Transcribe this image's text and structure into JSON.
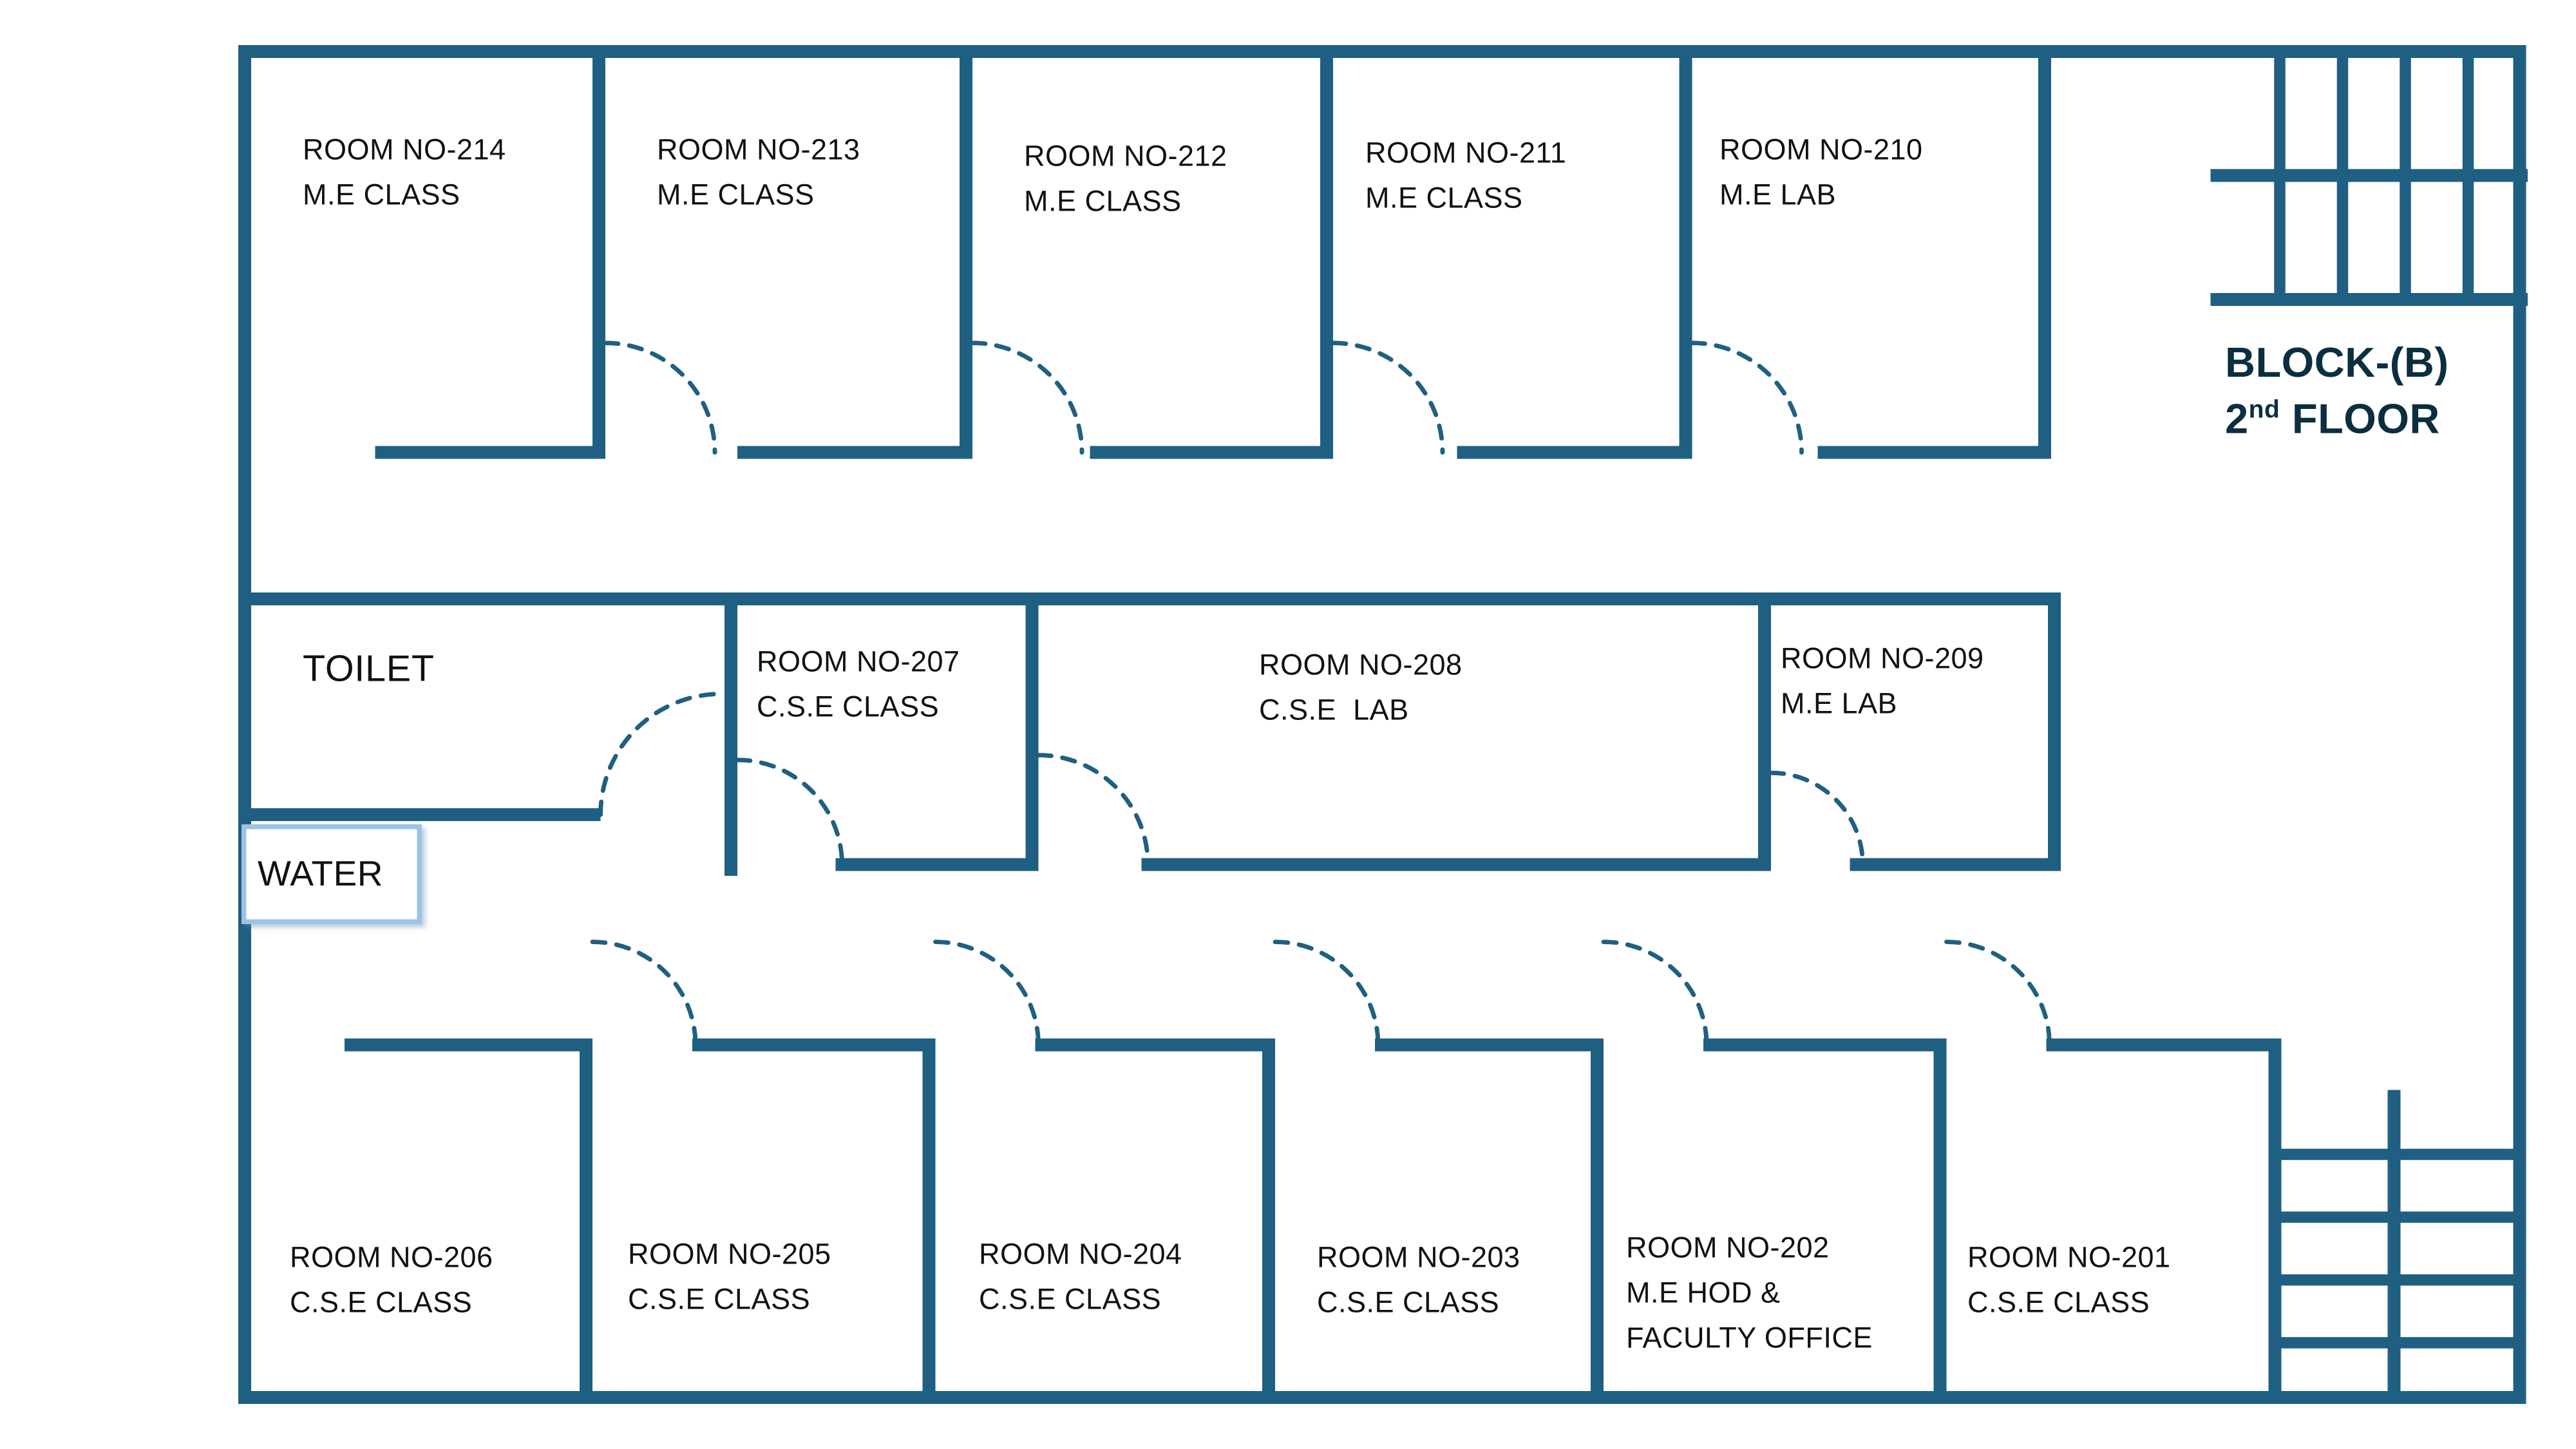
{
  "colors": {
    "wall": "#1F5F82",
    "water_box_border": "#9DC3E6",
    "text": "#111111",
    "title_text": "#0B2E40"
  },
  "title": {
    "block": "BLOCK-(B)",
    "floor_number": "2",
    "floor_ordinal": "nd",
    "floor_rest": " FLOOR"
  },
  "rooms": {
    "top": [
      {
        "id": "214",
        "text": "ROOM NO-214\nM.E CLASS"
      },
      {
        "id": "213",
        "text": "ROOM NO-213\nM.E CLASS"
      },
      {
        "id": "212",
        "text": "ROOM NO-212\nM.E CLASS"
      },
      {
        "id": "211",
        "text": "ROOM NO-211\nM.E CLASS"
      },
      {
        "id": "210",
        "text": "ROOM NO-210\nM.E LAB"
      }
    ],
    "middle": [
      {
        "id": "toilet",
        "text": "TOILET"
      },
      {
        "id": "207",
        "text": "ROOM NO-207\nC.S.E CLASS"
      },
      {
        "id": "208",
        "text": "ROOM NO-208\nC.S.E  LAB"
      },
      {
        "id": "209",
        "text": "ROOM NO-209\nM.E LAB"
      }
    ],
    "water": {
      "text": "WATER"
    },
    "bottom": [
      {
        "id": "206",
        "text": "ROOM NO-206\nC.S.E CLASS"
      },
      {
        "id": "205",
        "text": "ROOM NO-205\nC.S.E CLASS"
      },
      {
        "id": "204",
        "text": "ROOM NO-204\nC.S.E CLASS"
      },
      {
        "id": "203",
        "text": "ROOM NO-203\nC.S.E CLASS"
      },
      {
        "id": "202",
        "text": "ROOM NO-202\nM.E HOD &\nFACULTY OFFICE"
      },
      {
        "id": "201",
        "text": "ROOM NO-201\nC.S.E CLASS"
      }
    ]
  }
}
